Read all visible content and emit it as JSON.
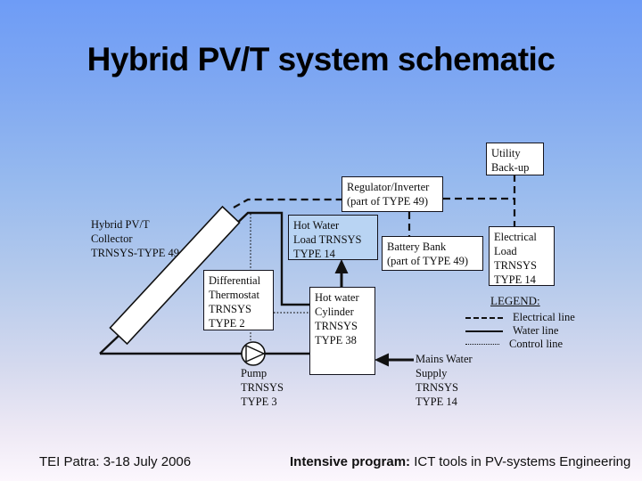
{
  "title": "Hybrid PV/T system schematic",
  "diagram": {
    "collector_label": "Hybrid PV/T\nCollector\nTRNSYS-TYPE 49",
    "boxes": {
      "utility_backup": "Utility\nBack-up",
      "regulator_inverter": "Regulator/Inverter\n(part of TYPE 49)",
      "hot_water_load": "Hot Water\nLoad TRNSYS\nTYPE 14",
      "battery_bank": "Battery Bank\n(part of TYPE 49)",
      "electrical_load": "Electrical\nLoad\nTRNSYS\nTYPE 14",
      "differential_thermostat": "Differential\nThermostat\nTRNSYS\nTYPE 2",
      "hot_water_cylinder": "Hot water\nCylinder\nTRNSYS\nTYPE 38"
    },
    "labels": {
      "pump": "Pump\nTRNSYS\nTYPE 3",
      "mains_water_supply": "Mains Water\nSupply\nTRNSYS\nTYPE 14"
    },
    "legend": {
      "title": "LEGEND:",
      "items": [
        {
          "line_style": "dashed",
          "label": "Electrical line"
        },
        {
          "line_style": "solid",
          "label": "Water line"
        },
        {
          "line_style": "dotted",
          "label": "Control line"
        }
      ]
    },
    "colors": {
      "background_top": "#6e9cf6",
      "background_bottom": "#fcf7fd",
      "box_fill": "#ffffff",
      "hot_water_load_fill": "#b9d4f3",
      "line_color": "#111111"
    }
  },
  "footer": {
    "left": "TEI Patra: 3-18 July 2006",
    "program_label": "Intensive program:",
    "program_text": " ICT tools in PV-systems Engineering"
  }
}
